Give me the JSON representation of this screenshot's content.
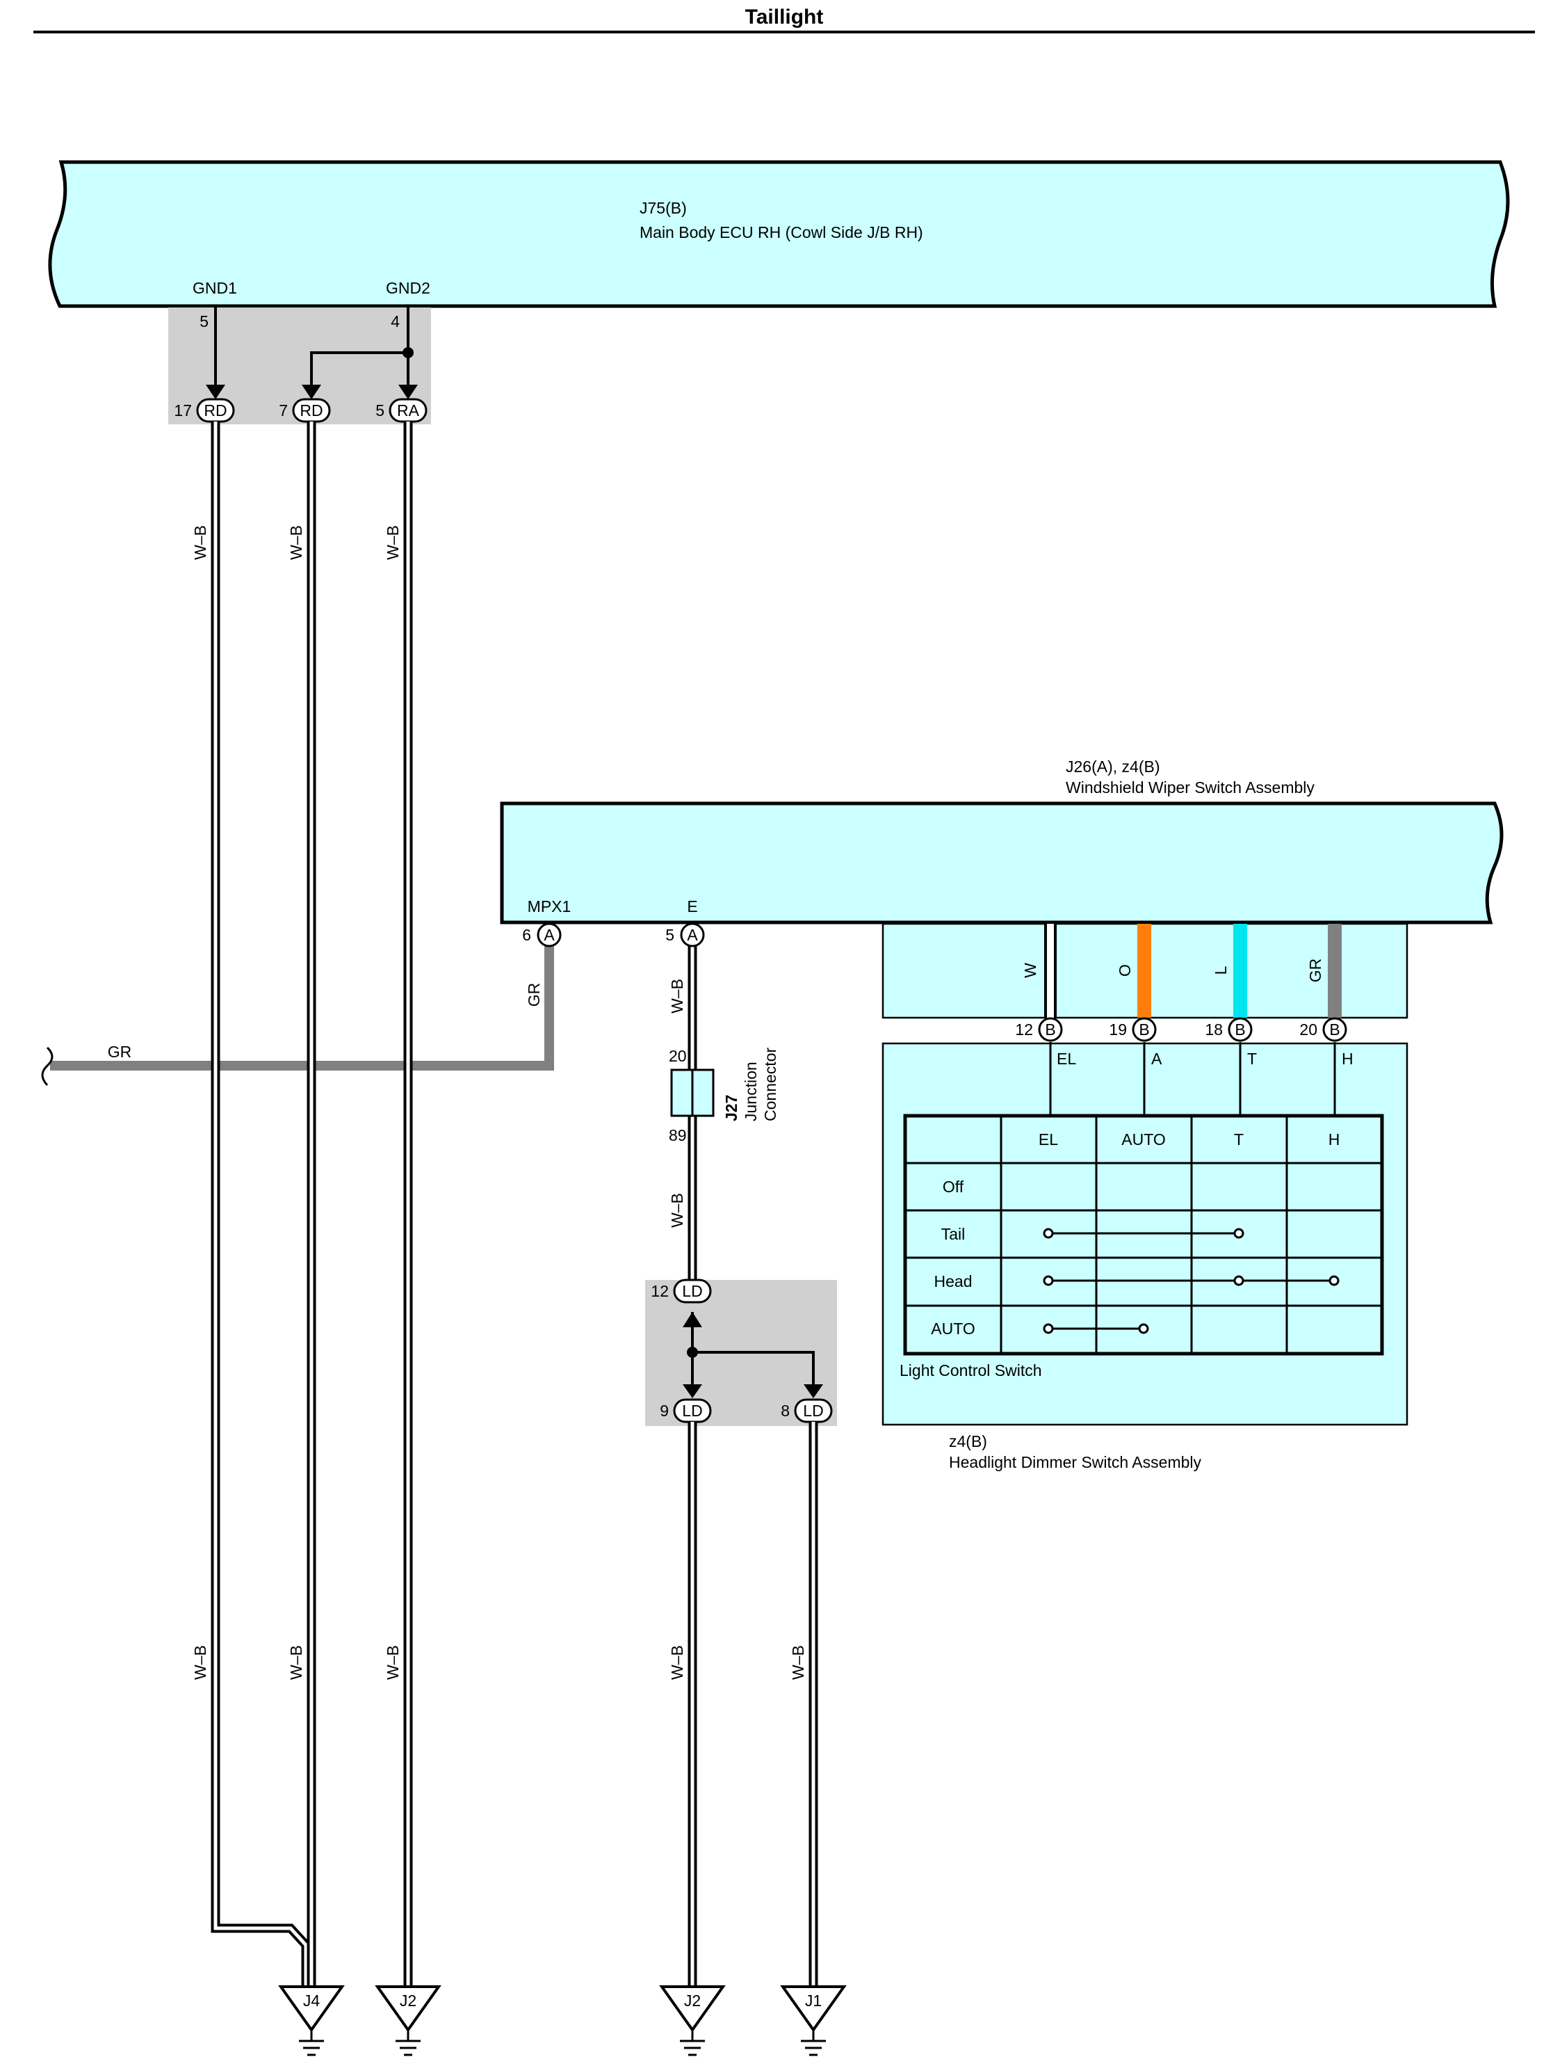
{
  "title": "Taillight",
  "colors": {
    "component_fill": "#ccffff",
    "splice_shade": "#d0d0d0",
    "wire_gr": "#808080",
    "wire_o": "#ff7f0e",
    "wire_l": "#00e5ee",
    "wire_w": "#ffffff"
  },
  "ecu": {
    "code": "J75(B)",
    "name": "Main Body ECU RH (Cowl Side J/B RH)",
    "pins": [
      {
        "name": "GND1",
        "number": "5"
      },
      {
        "name": "GND2",
        "number": "4"
      }
    ]
  },
  "ecu_connectors": [
    {
      "number": "17",
      "code": "RD"
    },
    {
      "number": "7",
      "code": "RD"
    },
    {
      "number": "5",
      "code": "RA"
    }
  ],
  "wiper": {
    "code": "J26(A), z4(B)",
    "name": "Windshield Wiper Switch Assembly",
    "pins": [
      {
        "name": "MPX1",
        "number": "6",
        "connector": "A"
      },
      {
        "name": "E",
        "number": "5",
        "connector": "A"
      }
    ],
    "color_wires": [
      "W",
      "O",
      "L",
      "GR"
    ],
    "b_pins": [
      {
        "number": "12",
        "connector": "B",
        "name": "EL"
      },
      {
        "number": "19",
        "connector": "B",
        "name": "A"
      },
      {
        "number": "18",
        "connector": "B",
        "name": "T"
      },
      {
        "number": "20",
        "connector": "B",
        "name": "H"
      }
    ]
  },
  "wire_labels": {
    "wb": "W–B",
    "gr": "GR"
  },
  "junction": {
    "code": "J27",
    "name": "Junction",
    "name2": "Connector",
    "pin_top": "20",
    "pin_bottom": "89"
  },
  "ld_connectors": [
    {
      "number": "12",
      "code": "LD"
    },
    {
      "number": "9",
      "code": "LD"
    },
    {
      "number": "8",
      "code": "LD"
    }
  ],
  "switch_table": {
    "columns": [
      "EL",
      "AUTO",
      "T",
      "H"
    ],
    "rows": [
      "Off",
      "Tail",
      "Head",
      "AUTO"
    ],
    "caption": "Light Control Switch"
  },
  "dimmer": {
    "code": "z4(B)",
    "name": "Headlight Dimmer Switch Assembly"
  },
  "grounds": [
    "J4",
    "J2",
    "J2",
    "J1"
  ]
}
